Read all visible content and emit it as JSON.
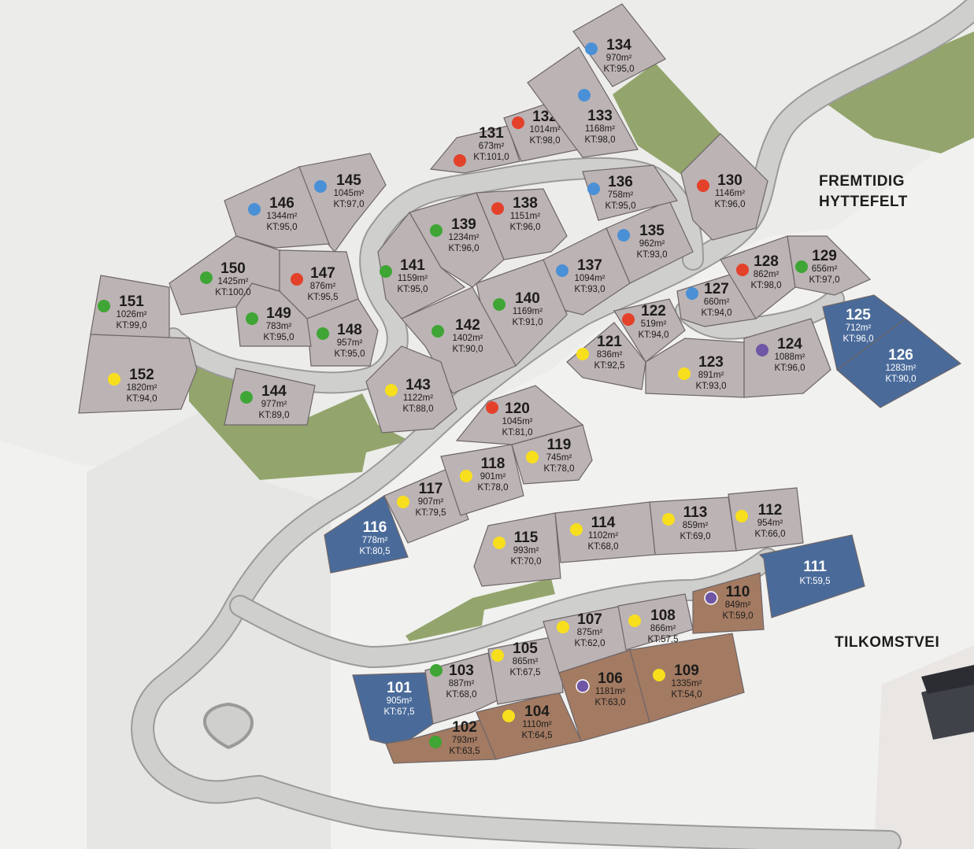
{
  "region_labels": {
    "future_area_line1": "FREMTIDIG",
    "future_area_line2": "HYTTEFELT",
    "access_road": "TILKOMSTVEI"
  },
  "colors": {
    "background": "#f1f1f0",
    "terrain": "#e3e3e1",
    "green_area": "#93a56c",
    "road": "#cfcfce",
    "road_edge": "#9a9a98",
    "plot_default": "#bcb3b4",
    "plot_blue": "#4a6b9a",
    "plot_brown": "#a37a62",
    "plot_edge": "#6e6668",
    "text_dark": "#1d1d1b",
    "text_light": "#ffffff",
    "dot_green": "#3fa535",
    "dot_red": "#e4412b",
    "dot_blue": "#4a90d6",
    "dot_yellow": "#f8df1d",
    "dot_purple": "#6f57a6"
  },
  "plots": [
    {
      "id": "101",
      "area": "905m²",
      "kt": "KT:67,5",
      "type": "blue",
      "dot": null
    },
    {
      "id": "102",
      "area": "793m²",
      "kt": "KT:63,5",
      "type": "brown",
      "dot": "green"
    },
    {
      "id": "103",
      "area": "887m²",
      "kt": "KT:68,0",
      "type": "default",
      "dot": "green"
    },
    {
      "id": "104",
      "area": "1110m²",
      "kt": "KT:64,5",
      "type": "brown",
      "dot": "yellow"
    },
    {
      "id": "105",
      "area": "865m²",
      "kt": "KT:67,5",
      "type": "default",
      "dot": "yellow"
    },
    {
      "id": "106",
      "area": "1181m²",
      "kt": "KT:63,0",
      "type": "brown",
      "dot": "purple"
    },
    {
      "id": "107",
      "area": "875m²",
      "kt": "KT:62,0",
      "type": "default",
      "dot": "yellow"
    },
    {
      "id": "108",
      "area": "866m²",
      "kt": "KT:57,5",
      "type": "default",
      "dot": "yellow"
    },
    {
      "id": "109",
      "area": "1335m²",
      "kt": "KT:54,0",
      "type": "brown",
      "dot": "yellow"
    },
    {
      "id": "110",
      "area": "849m²",
      "kt": "KT:59,0",
      "type": "brown",
      "dot": "purple"
    },
    {
      "id": "111",
      "area": "",
      "kt": "KT:59,5",
      "type": "blue",
      "dot": null
    },
    {
      "id": "112",
      "area": "954m²",
      "kt": "KT:66,0",
      "type": "default",
      "dot": "yellow"
    },
    {
      "id": "113",
      "area": "859m²",
      "kt": "KT:69,0",
      "type": "default",
      "dot": "yellow"
    },
    {
      "id": "114",
      "area": "1102m²",
      "kt": "KT:68,0",
      "type": "default",
      "dot": "yellow"
    },
    {
      "id": "115",
      "area": "993m²",
      "kt": "KT:70,0",
      "type": "default",
      "dot": "yellow"
    },
    {
      "id": "116",
      "area": "778m²",
      "kt": "KT:80,5",
      "type": "blue",
      "dot": null
    },
    {
      "id": "117",
      "area": "907m²",
      "kt": "KT:79,5",
      "type": "default",
      "dot": "yellow"
    },
    {
      "id": "118",
      "area": "901m²",
      "kt": "KT:78,0",
      "type": "default",
      "dot": "yellow"
    },
    {
      "id": "119",
      "area": "745m²",
      "kt": "KT:78,0",
      "type": "default",
      "dot": "yellow"
    },
    {
      "id": "120",
      "area": "1045m²",
      "kt": "KT:81,0",
      "type": "default",
      "dot": "red"
    },
    {
      "id": "121",
      "area": "836m²",
      "kt": "KT:92,5",
      "type": "default",
      "dot": "yellow"
    },
    {
      "id": "122",
      "area": "519m²",
      "kt": "KT:94,0",
      "type": "default",
      "dot": "red"
    },
    {
      "id": "123",
      "area": "891m²",
      "kt": "KT:93,0",
      "type": "default",
      "dot": "yellow"
    },
    {
      "id": "124",
      "area": "1088m²",
      "kt": "KT:96,0",
      "type": "default",
      "dot": "purple"
    },
    {
      "id": "125",
      "area": "712m²",
      "kt": "KT:96,0",
      "type": "blue",
      "dot": null
    },
    {
      "id": "126",
      "area": "1283m²",
      "kt": "KT:90,0",
      "type": "blue",
      "dot": null
    },
    {
      "id": "127",
      "area": "660m²",
      "kt": "KT:94,0",
      "type": "default",
      "dot": "blue"
    },
    {
      "id": "128",
      "area": "862m²",
      "kt": "KT:98,0",
      "type": "default",
      "dot": "red"
    },
    {
      "id": "129",
      "area": "656m²",
      "kt": "KT:97,0",
      "type": "default",
      "dot": "green"
    },
    {
      "id": "130",
      "area": "1146m²",
      "kt": "KT:96,0",
      "type": "default",
      "dot": "red"
    },
    {
      "id": "131",
      "area": "673m²",
      "kt": "KT:101,0",
      "type": "default",
      "dot": "red"
    },
    {
      "id": "132",
      "area": "1014m²",
      "kt": "KT:98,0",
      "type": "default",
      "dot": "red"
    },
    {
      "id": "133",
      "area": "1168m²",
      "kt": "KT:98,0",
      "type": "default",
      "dot": "blue"
    },
    {
      "id": "134",
      "area": "970m²",
      "kt": "KT:95,0",
      "type": "default",
      "dot": "blue"
    },
    {
      "id": "135",
      "area": "962m²",
      "kt": "KT:93,0",
      "type": "default",
      "dot": "blue"
    },
    {
      "id": "136",
      "area": "758m²",
      "kt": "KT:95,0",
      "type": "default",
      "dot": "blue"
    },
    {
      "id": "137",
      "area": "1094m²",
      "kt": "KT:93,0",
      "type": "default",
      "dot": "blue"
    },
    {
      "id": "138",
      "area": "1151m²",
      "kt": "KT:96,0",
      "type": "default",
      "dot": "red"
    },
    {
      "id": "139",
      "area": "1234m²",
      "kt": "KT:96,0",
      "type": "default",
      "dot": "green"
    },
    {
      "id": "140",
      "area": "1169m²",
      "kt": "KT:91,0",
      "type": "default",
      "dot": "green"
    },
    {
      "id": "141",
      "area": "1159m²",
      "kt": "KT:95,0",
      "type": "default",
      "dot": "green"
    },
    {
      "id": "142",
      "area": "1402m²",
      "kt": "KT:90,0",
      "type": "default",
      "dot": "green"
    },
    {
      "id": "143",
      "area": "1122m²",
      "kt": "KT:88,0",
      "type": "default",
      "dot": "yellow"
    },
    {
      "id": "144",
      "area": "977m²",
      "kt": "KT:89,0",
      "type": "default",
      "dot": "green"
    },
    {
      "id": "145",
      "area": "1045m²",
      "kt": "KT:97,0",
      "type": "default",
      "dot": "blue"
    },
    {
      "id": "146",
      "area": "1344m²",
      "kt": "KT:95,0",
      "type": "default",
      "dot": "blue"
    },
    {
      "id": "147",
      "area": "876m²",
      "kt": "KT:95,5",
      "type": "default",
      "dot": "red"
    },
    {
      "id": "148",
      "area": "957m²",
      "kt": "KT:95,0",
      "type": "default",
      "dot": "green"
    },
    {
      "id": "149",
      "area": "783m²",
      "kt": "KT:95,0",
      "type": "default",
      "dot": "green"
    },
    {
      "id": "150",
      "area": "1425m²",
      "kt": "KT:100,0",
      "type": "default",
      "dot": "green"
    },
    {
      "id": "151",
      "area": "1026m²",
      "kt": "KT:99,0",
      "type": "default",
      "dot": "green"
    },
    {
      "id": "152",
      "area": "1820m²",
      "kt": "KT:94,0",
      "type": "default",
      "dot": "yellow"
    }
  ]
}
